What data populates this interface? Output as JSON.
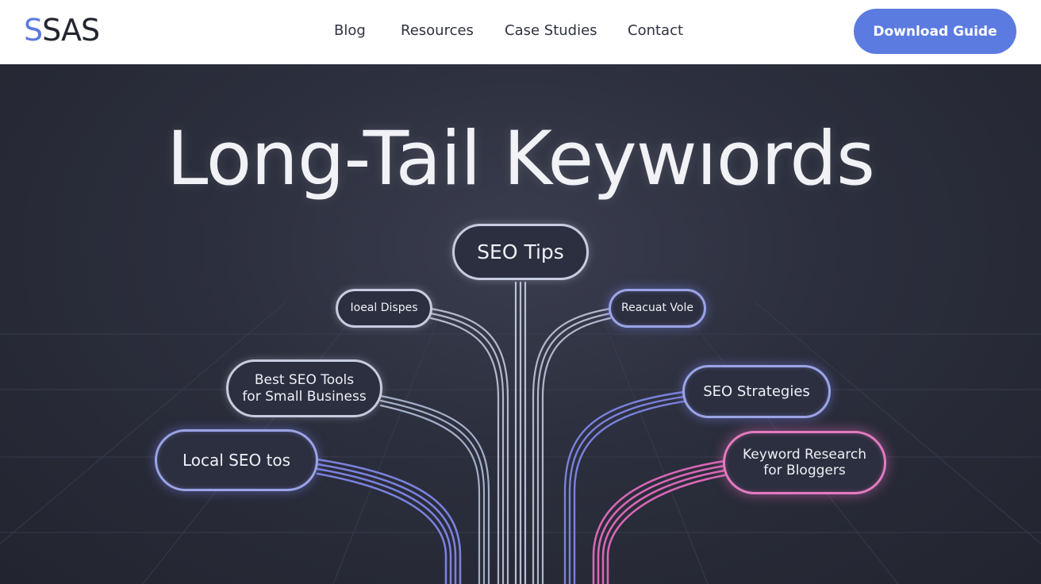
{
  "header": {
    "logo_first_letter": "S",
    "logo_rest": "SAS",
    "nav": [
      {
        "label": "Blog"
      },
      {
        "label": "Resources"
      },
      {
        "label": "Case Studies"
      },
      {
        "label": "Contact"
      }
    ],
    "cta_label": "Download Guide"
  },
  "hero": {
    "headline": "Long-Tail Keywıords",
    "nodes": {
      "seo_tips": "SEO Tips",
      "local_dispes": "Ioeal Dispes",
      "reacuat_vole": "Reacuat Vole",
      "best_tools_line1": "Best SEO Tools",
      "best_tools_line2": "for Small Business",
      "seo_strategies": "SEO Strategies",
      "local_seo": "Local SEO tos",
      "keyword_research_line1": "Keyword Research",
      "keyword_research_line2": "for Bloggers"
    }
  },
  "colors": {
    "brand_accent": "#5b7be0",
    "background": "#2a2d3b",
    "wire_blue": "#7f86e6",
    "wire_white": "#c9d0e4",
    "wire_pink": "#e06bbb"
  },
  "icons": []
}
